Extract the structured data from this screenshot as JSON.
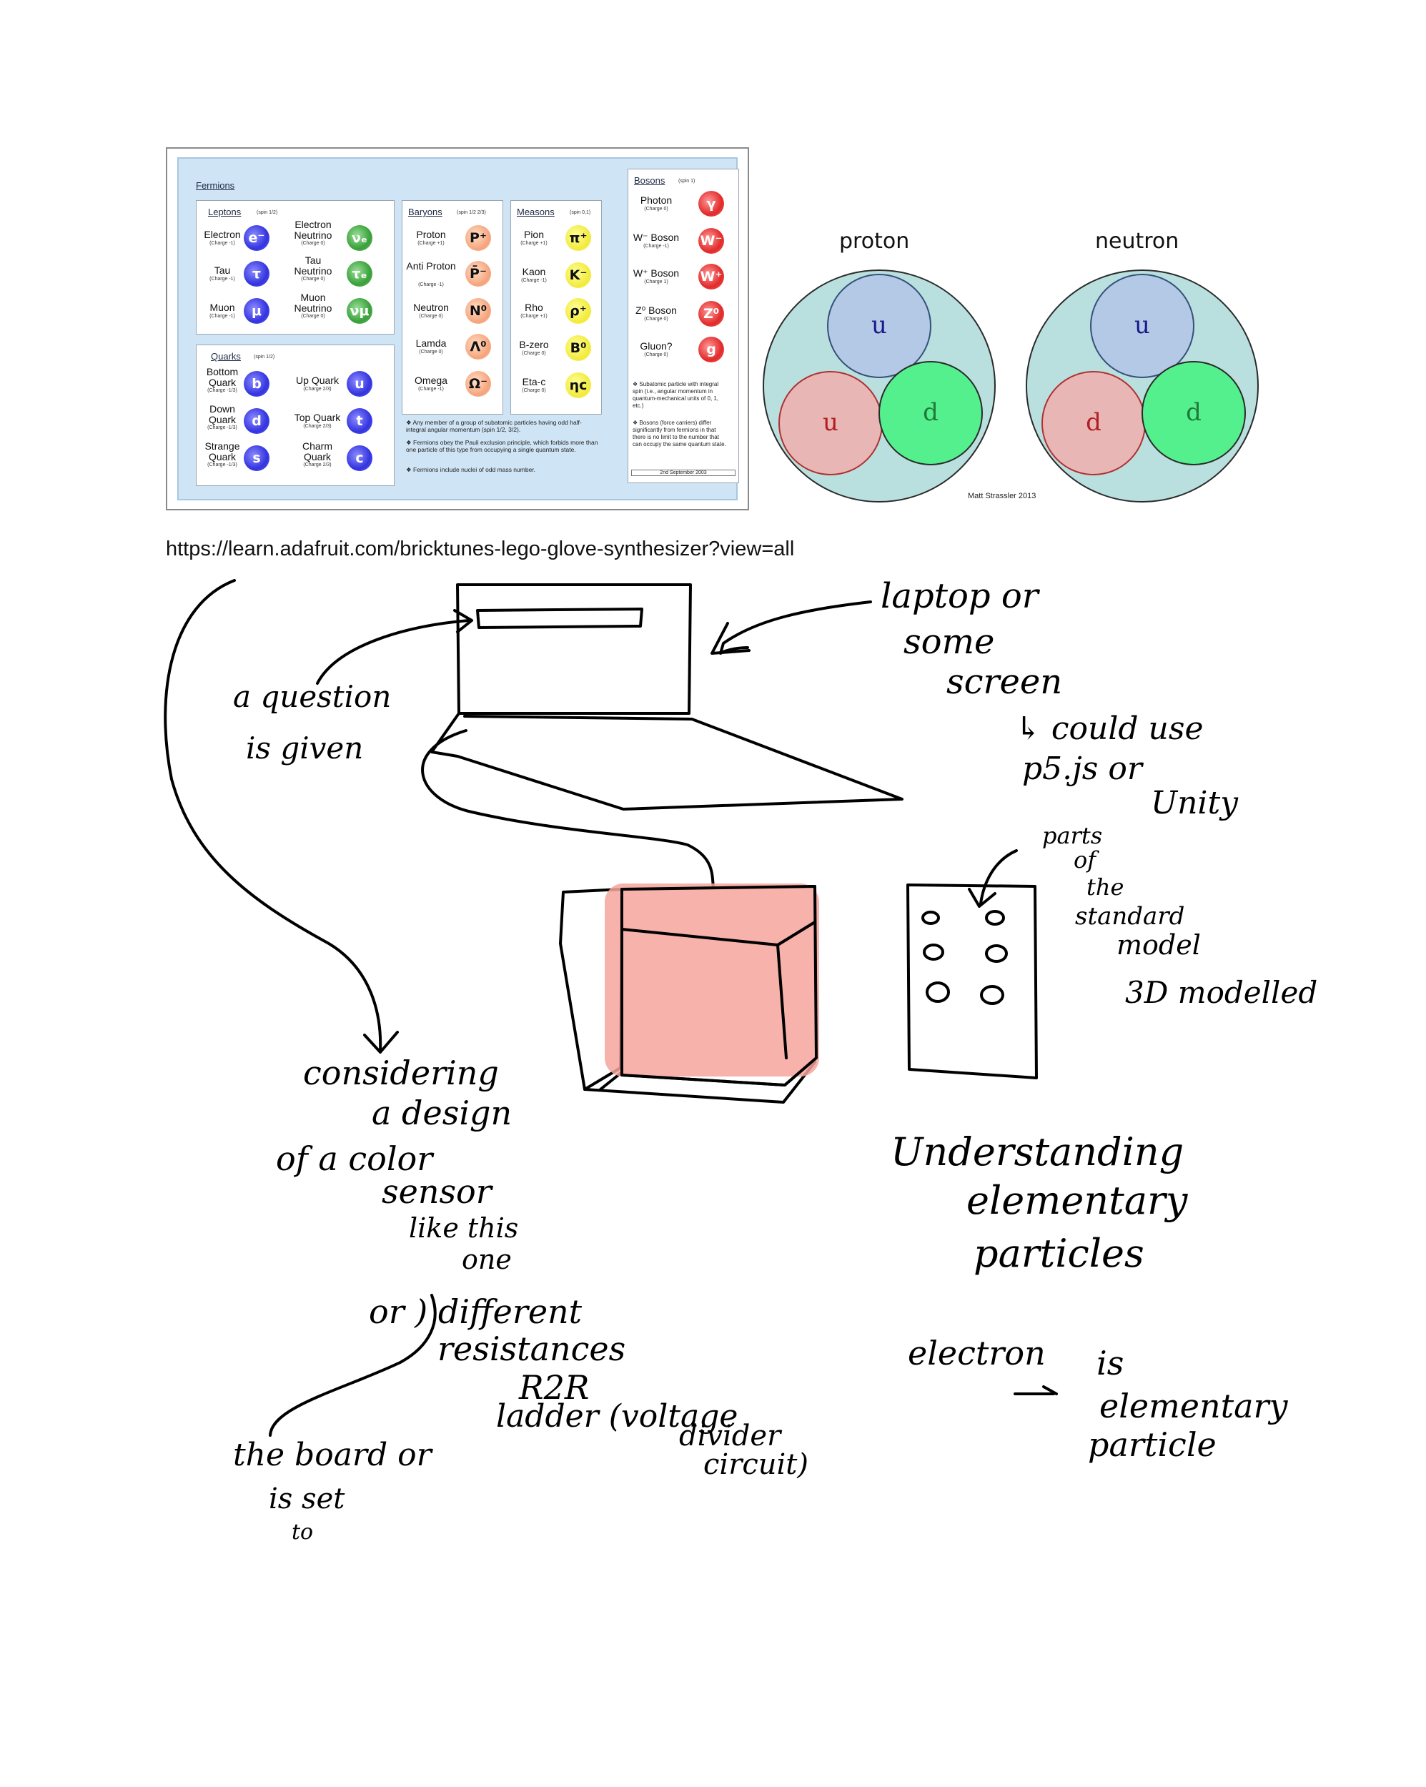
{
  "fermions_chart": {
    "title": "Fermions",
    "leptons": {
      "title": "Leptons",
      "spin": "(spin 1/2)",
      "items": [
        {
          "name": "Electron",
          "charge": "(Charge -1)",
          "symbol": "e⁻",
          "color": "blue"
        },
        {
          "name": "Electron Neutrino",
          "charge": "(Charge 0)",
          "symbol": "νₑ",
          "color": "green"
        },
        {
          "name": "Tau",
          "charge": "(Charge -1)",
          "symbol": "τ",
          "color": "blue"
        },
        {
          "name": "Tau Neutrino",
          "charge": "(Charge 0)",
          "symbol": "τₑ",
          "color": "green"
        },
        {
          "name": "Muon",
          "charge": "(Charge -1)",
          "symbol": "μ",
          "color": "blue"
        },
        {
          "name": "Muon Neutrino",
          "charge": "(Charge 0)",
          "symbol": "νμ",
          "color": "green"
        }
      ]
    },
    "quarks": {
      "title": "Quarks",
      "spin": "(spin 1/2)",
      "items": [
        {
          "name": "Bottom Quark",
          "charge": "(Charge -1/3)",
          "symbol": "b"
        },
        {
          "name": "Up Quark",
          "charge": "(Charge 2/3)",
          "symbol": "u"
        },
        {
          "name": "Down Quark",
          "charge": "(Charge -1/3)",
          "symbol": "d"
        },
        {
          "name": "Top Quark",
          "charge": "(Charge 2/3)",
          "symbol": "t"
        },
        {
          "name": "Strange Quark",
          "charge": "(Charge -1/3)",
          "symbol": "s"
        },
        {
          "name": "Charm Quark",
          "charge": "(Charge 2/3)",
          "symbol": "c"
        }
      ]
    },
    "baryons": {
      "title": "Baryons",
      "spin": "(spin 1/2  2/3)",
      "items": [
        {
          "name": "Proton",
          "charge": "(Charge +1)",
          "symbol": "P⁺"
        },
        {
          "name": "Anti Proton",
          "charge": "(Charge -1)",
          "symbol": "P̄⁻"
        },
        {
          "name": "Neutron",
          "charge": "(Charge 0)",
          "symbol": "N⁰"
        },
        {
          "name": "Lamda",
          "charge": "(Charge 0)",
          "symbol": "Λ⁰"
        },
        {
          "name": "Omega",
          "charge": "(Charge -1)",
          "symbol": "Ω⁻"
        }
      ]
    },
    "mesons": {
      "title": "Measons",
      "spin": "(spin 0,1)",
      "items": [
        {
          "name": "Pion",
          "charge": "(Charge +1)",
          "symbol": "π⁺"
        },
        {
          "name": "Kaon",
          "charge": "(Charge -1)",
          "symbol": "K⁻"
        },
        {
          "name": "Rho",
          "charge": "(Charge +1)",
          "symbol": "ρ⁺"
        },
        {
          "name": "B-zero",
          "charge": "(Charge 0)",
          "symbol": "B⁰"
        },
        {
          "name": "Eta-c",
          "charge": "(Charge 0)",
          "symbol": "ηc"
        }
      ]
    },
    "bosons": {
      "title": "Bosons",
      "spin": "(spin 1)",
      "items": [
        {
          "name": "Photon",
          "charge": "(Charge 0)",
          "symbol": "γ"
        },
        {
          "name": "W⁻ Boson",
          "charge": "(Charge -1)",
          "symbol": "W⁻"
        },
        {
          "name": "W⁺ Boson",
          "charge": "(Charge 1)",
          "symbol": "W⁺"
        },
        {
          "name": "Z⁰ Boson",
          "charge": "(Charge 0)",
          "symbol": "Z⁰"
        },
        {
          "name": "Gluon?",
          "charge": "(Charge 0)",
          "symbol": "g"
        }
      ],
      "notes": [
        "Subatomic particle with integral spin (i.e., angular momentum in quantum-mechanical units of 0, 1, etc.)",
        "Bosons (force carriers) differ significantly from fermions in that there is no limit to the number that can occupy the same quantum state."
      ],
      "date": "2nd September 2003"
    },
    "fermion_notes": [
      "Any member of a group of subatomic particles having odd half-integral angular momentum (spin 1/2, 3/2).",
      "Fermions obey the Pauli exclusion principle, which forbids more than one particle of this type from occupying a single quantum state.",
      "Fermions include nuclei of odd mass number."
    ]
  },
  "nucleons": {
    "proton": {
      "title": "proton",
      "quarks": [
        "u",
        "u",
        "d"
      ]
    },
    "neutron": {
      "title": "neutron",
      "quarks": [
        "u",
        "d",
        "d"
      ]
    },
    "credit": "Matt Strassler 2013",
    "colors": {
      "outer": "#b9e0de",
      "blue_quark": "#b4c9e6",
      "red_quark": "#e9b6b6",
      "green_quark": "#55f08e",
      "blue_text": "#1a1a8a",
      "red_text": "#b02020",
      "green_text": "#1f7a3a"
    }
  },
  "reference_url": "https://learn.adafruit.com/bricktunes-lego-glove-synthesizer?view=all",
  "sketch": {
    "notes": {
      "laptop": [
        "laptop or",
        "some",
        "screen"
      ],
      "unity": [
        "↳ could use",
        "p5.js   or",
        "Unity"
      ],
      "question": [
        "a  question",
        "is given"
      ],
      "parts": [
        "parts",
        "of",
        "the",
        "standard",
        "model"
      ],
      "modelled": "3D modelled",
      "color_sensor": [
        "considering",
        "a   design",
        "of a color",
        "sensor",
        "like this",
        "one"
      ],
      "resistances": [
        "or )  different",
        "resistances"
      ],
      "r2r": [
        "R2R",
        "ladder (voltage",
        "divider",
        "circuit)"
      ],
      "board": [
        "the board   or",
        "is set",
        "to"
      ],
      "understanding": [
        "Understanding",
        "elementary",
        "particles"
      ],
      "electron": [
        "electron",
        "→",
        "is",
        "elementary",
        "particle"
      ]
    },
    "colors": {
      "box_fill": "#f4a49c"
    }
  }
}
